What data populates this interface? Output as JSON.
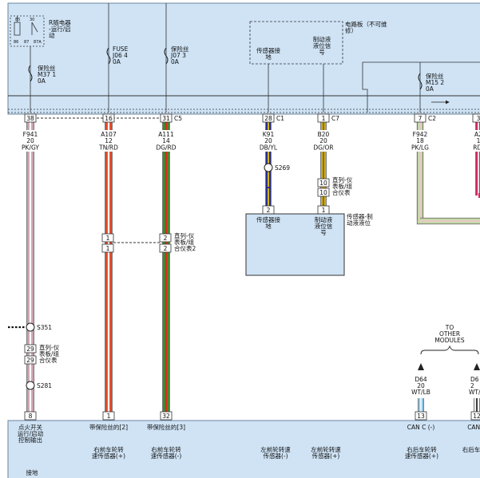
{
  "colors": {
    "panel_fill": "#cfe3f5",
    "panel_stroke": "#6a86a0",
    "wire_pk_gy": "#c9a2b0",
    "wire_tn_rd": "#e04a2b",
    "wire_dg_rd": "#3f8a2f",
    "wire_db_yl": "#2b2f8e",
    "wire_dg_or": "#e6a21b",
    "wire_pk_lg": "#c6d8a8",
    "wire_rd": "#d22a5e",
    "wire_wt_lb": "#8fc8e8"
  },
  "top": {
    "relay": {
      "label": "R随电器\n-运行/启\n动",
      "pins": [
        "85",
        "30",
        "86",
        "87",
        "87A"
      ]
    },
    "fuses": [
      {
        "name": "保险丝\nM37 1\n0A"
      },
      {
        "name": "FUSE\nJ06 4\n0A"
      },
      {
        "name": "保险丝\nJ07 3\n0A"
      },
      {
        "name": "保险丝\nM15 2\n0A"
      }
    ],
    "board_note": "电路板（不可维\n修）",
    "sensor_ground": "传感器接\n地",
    "brake_signal": "制动液\n液位信\n号"
  },
  "connectors": [
    {
      "pin": "38",
      "code": ""
    },
    {
      "pin": "16",
      "code": ""
    },
    {
      "pin": "31",
      "code": "C5"
    },
    {
      "pin": "28",
      "code": "C1"
    },
    {
      "pin": "1",
      "code": "C7"
    },
    {
      "pin": "7",
      "code": "C2"
    },
    {
      "pin": "3",
      "code": ""
    }
  ],
  "wires": [
    {
      "id": "F941",
      "gauge": "20",
      "color": "PK/GY"
    },
    {
      "id": "A107",
      "gauge": "12",
      "color": "TN/RD"
    },
    {
      "id": "A111",
      "gauge": "14",
      "color": "DG/RD"
    },
    {
      "id": "K91",
      "gauge": "20",
      "color": "DB/YL"
    },
    {
      "id": "B20",
      "gauge": "20",
      "color": "DG/OR"
    },
    {
      "id": "F942",
      "gauge": "18",
      "color": "PK/LG"
    },
    {
      "id": "A2",
      "gauge": "1",
      "color": "RD/"
    }
  ],
  "splices": [
    "S269",
    "S351",
    "S281"
  ],
  "inline": {
    "b20_pins": [
      "10",
      "10",
      "1"
    ],
    "b20_label": "直列-仪\n表板/组\n合仪表",
    "k91_pin": "2",
    "mid_pins_left": [
      "1",
      "1"
    ],
    "mid_pins_right": [
      "2",
      "2"
    ],
    "mid_label": "直列-仪\n表板/组\n合仪表2",
    "f941_pins": [
      "29",
      "29"
    ],
    "f941_label": "直列-仪\n表板/组\n合仪表"
  },
  "sensor": {
    "left": "传感器接\n地",
    "right": "制动液\n液位信\n号",
    "name": "传感器-制\n动液液位"
  },
  "modules": {
    "label": "TO\nOTHER\nMODULES",
    "d64": {
      "id": "D64",
      "gauge": "20",
      "color": "WT/LB"
    },
    "d6x": {
      "id": "D6",
      "gauge": "2",
      "color": "WT/"
    }
  },
  "bottom": {
    "pins": [
      "8",
      "1",
      "32",
      "13",
      "12"
    ],
    "labels": [
      "点火开关\n运行/启动\n控制输出",
      "带保险丝的[2]",
      "带保险丝的[3]",
      "CAN C (-)",
      "CAN C"
    ],
    "lower_labels": [
      "右前车轮转\n速传感器(+)",
      "右前车轮转\n速传感器(-)",
      "左前轮转速\n传感器(-)",
      "左前轮转速\n传感器(+)",
      "右后车轮转\n速传感器(+)",
      "右后车"
    ],
    "ground": "接地"
  }
}
